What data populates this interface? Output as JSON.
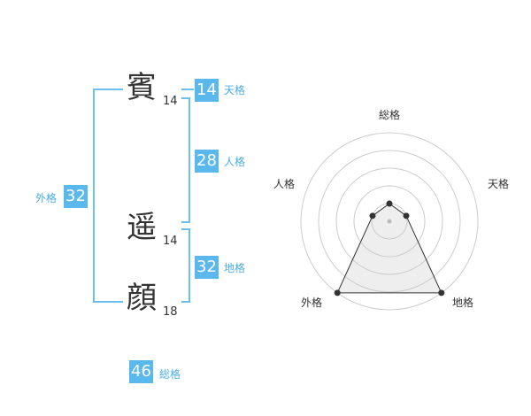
{
  "name": {
    "chars": [
      {
        "char": "賓",
        "strokes": "14"
      },
      {
        "char": "遥",
        "strokes": "14"
      },
      {
        "char": "顔",
        "strokes": "18"
      }
    ]
  },
  "kaku": {
    "tenkaku": {
      "value": "14",
      "label": "天格"
    },
    "jinkaku": {
      "value": "28",
      "label": "人格"
    },
    "chikaku": {
      "value": "32",
      "label": "地格"
    },
    "gaikaku": {
      "value": "32",
      "label": "外格"
    },
    "soukaku": {
      "value": "46",
      "label": "総格"
    }
  },
  "colors": {
    "accent": "#5ab8ec",
    "bracket": "#6cc0ee",
    "text": "#333333"
  },
  "chart_data": {
    "type": "radar",
    "axes": [
      "総格",
      "天格",
      "地格",
      "外格",
      "人格"
    ],
    "values": [
      1,
      1,
      5,
      5,
      1
    ],
    "rings": 5
  }
}
